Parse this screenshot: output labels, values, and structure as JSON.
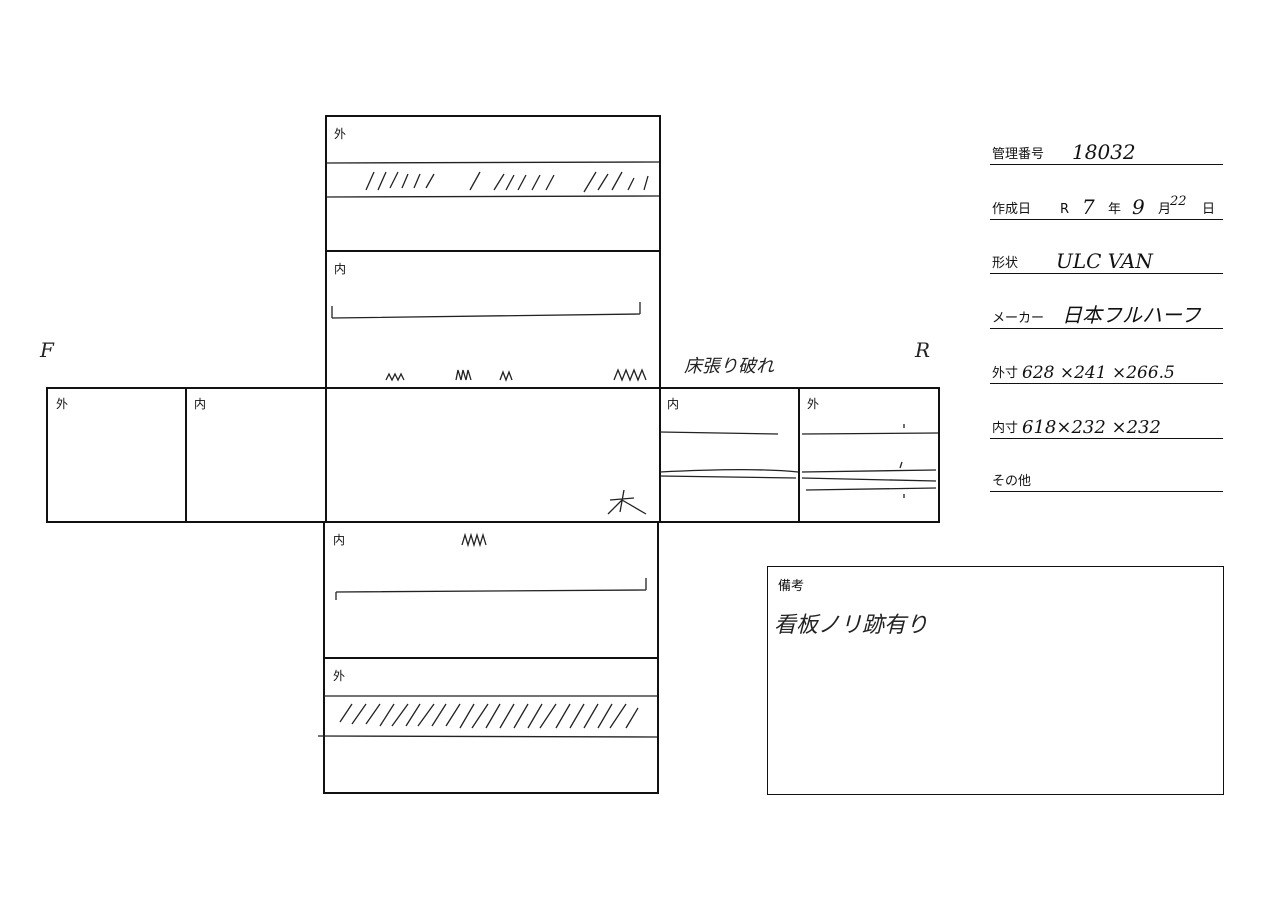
{
  "diagram": {
    "top_outer_label": "外",
    "top_inner_label": "内",
    "left_outer_label": "外",
    "left_inner_label": "内",
    "right_inner_label": "内",
    "right_outer_label": "外",
    "bottom_inner_label": "内",
    "bottom_outer_label": "外",
    "front_mark": "F",
    "rear_mark": "R",
    "floor_note": "床張り破れ",
    "floor_material": "木"
  },
  "form": {
    "mgmt_no": {
      "label": "管理番号",
      "value": "18032"
    },
    "created": {
      "label": "作成日",
      "era": "R",
      "year": "7",
      "year_unit": "年",
      "month": "9",
      "month_unit": "月",
      "day": "22",
      "day_unit": "日"
    },
    "shape": {
      "label": "形状",
      "value": "ULC VAN"
    },
    "maker": {
      "label": "メーカー",
      "value": "日本フルハーフ"
    },
    "outer_dim": {
      "label": "外寸",
      "value": "628 ×241 ×266.5"
    },
    "inner_dim": {
      "label": "内寸",
      "value": "618×232 ×232"
    },
    "other": {
      "label": "その他",
      "value": ""
    }
  },
  "remarks": {
    "label": "備考",
    "value": "看板ノリ跡有り"
  }
}
